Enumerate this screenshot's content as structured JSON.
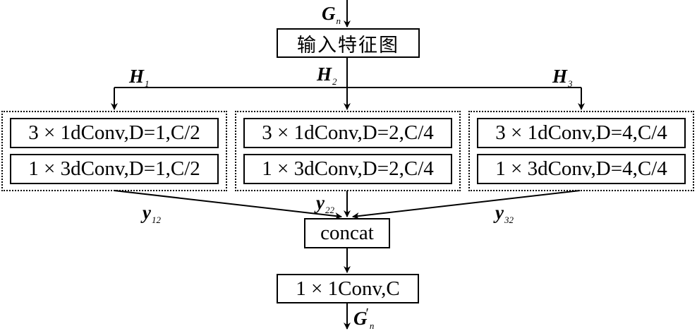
{
  "inputs": {
    "top": {
      "symbol": "G",
      "sub": "n"
    },
    "bottom": {
      "symbol": "G",
      "sub": "n",
      "prime": "′"
    }
  },
  "input_box": "输入特征图",
  "branch_labels": [
    {
      "symbol": "H",
      "sub": "1"
    },
    {
      "symbol": "H",
      "sub": "2"
    },
    {
      "symbol": "H",
      "sub": "3"
    }
  ],
  "branches": [
    {
      "conv_a": "3 × 1dConv,D=1,C/2",
      "conv_b": "1 × 3dConv,D=1,C/2"
    },
    {
      "conv_a": "3 × 1dConv,D=2,C/4",
      "conv_b": "1 × 3dConv,D=2,C/4"
    },
    {
      "conv_a": "3 × 1dConv,D=4,C/4",
      "conv_b": "1 × 3dConv,D=4,C/4"
    }
  ],
  "output_labels": [
    {
      "symbol": "y",
      "sub": "12"
    },
    {
      "symbol": "y",
      "sub": "22"
    },
    {
      "symbol": "y",
      "sub": "32"
    }
  ],
  "concat_box": "concat",
  "final_box": "1 × 1Conv,C"
}
